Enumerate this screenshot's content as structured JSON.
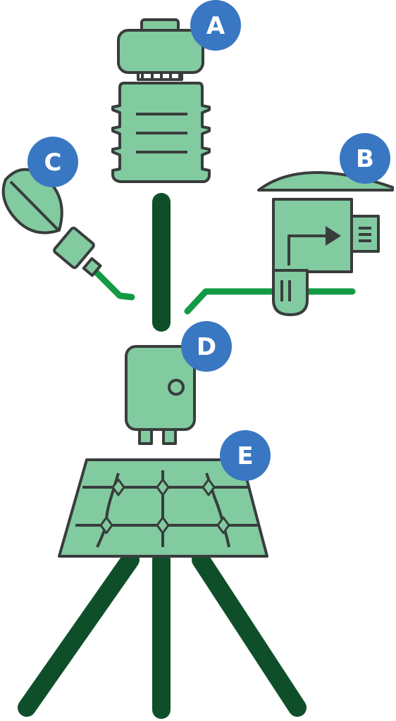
{
  "colors": {
    "part_fill": "#82caa0",
    "outline": "#383d3c",
    "pole": "#0e4f2a",
    "cable": "#129a45",
    "badge_fill": "#3a77c2",
    "badge_text": "#ffffff",
    "background": "#ffffff"
  },
  "components": [
    {
      "id": "A",
      "label": "A",
      "icon": "radiation-shield-sensor-icon"
    },
    {
      "id": "B",
      "label": "B",
      "icon": "rain-gauge-sensor-icon"
    },
    {
      "id": "C",
      "label": "C",
      "icon": "leaf-wetness-sensor-icon"
    },
    {
      "id": "D",
      "label": "D",
      "icon": "data-logger-box-icon"
    },
    {
      "id": "E",
      "label": "E",
      "icon": "solar-panel-icon"
    }
  ]
}
